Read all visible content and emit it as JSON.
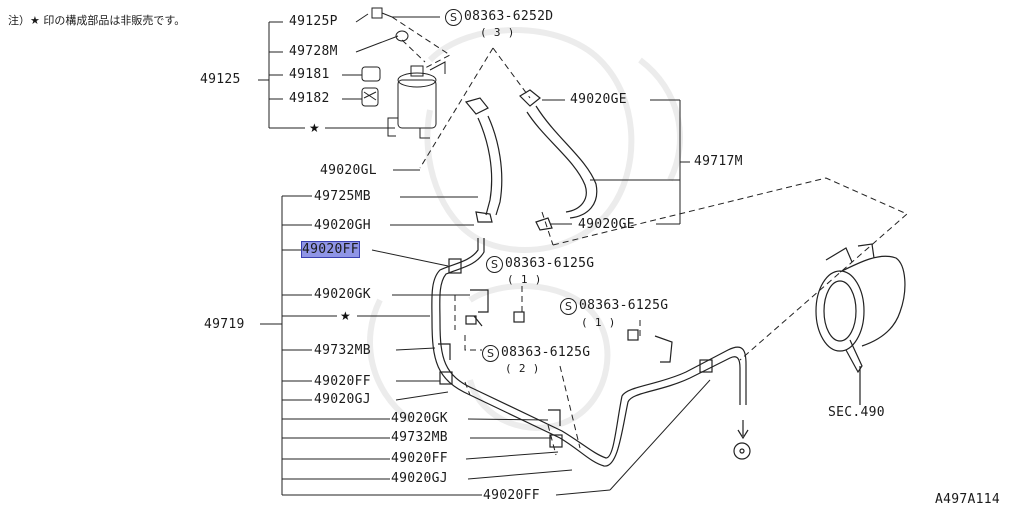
{
  "note": "注）★ 印の構成部品は非販売です。",
  "drawing_id": "A497A114",
  "parts": {
    "p49125P": "49125P",
    "p49728M": "49728M",
    "p49125": "49125",
    "p49181": "49181",
    "p49182": "49182",
    "p49020GL": "49020GL",
    "p49725MB": "49725MB",
    "p49020GH": "49020GH",
    "p49020FF_hl": "49020FF",
    "p49020GK": "49020GK",
    "p49719": "49719",
    "p49732MB": "49732MB",
    "p49020FF_1": "49020FF",
    "p49020GJ": "49020GJ",
    "p49020GK_2": "49020GK",
    "p49732MB_2": "49732MB",
    "p49020FF_2": "49020FF",
    "p49020GJ_2": "49020GJ",
    "p49020FF_3": "49020FF",
    "p49020GE_top": "49020GE",
    "p49717M": "49717M",
    "p49020GE_bot": "49020GE",
    "sec490": "SEC.490"
  },
  "screws": {
    "s1": {
      "symbol": "S",
      "code": "08363-6252D",
      "qty": "( 3 )"
    },
    "s2": {
      "symbol": "S",
      "code": "08363-6125G",
      "qty": "( 1 )"
    },
    "s3": {
      "symbol": "S",
      "code": "08363-6125G",
      "qty": "( 1 )"
    },
    "s4": {
      "symbol": "S",
      "code": "08363-6125G",
      "qty": "( 2 )"
    }
  },
  "star": "★"
}
